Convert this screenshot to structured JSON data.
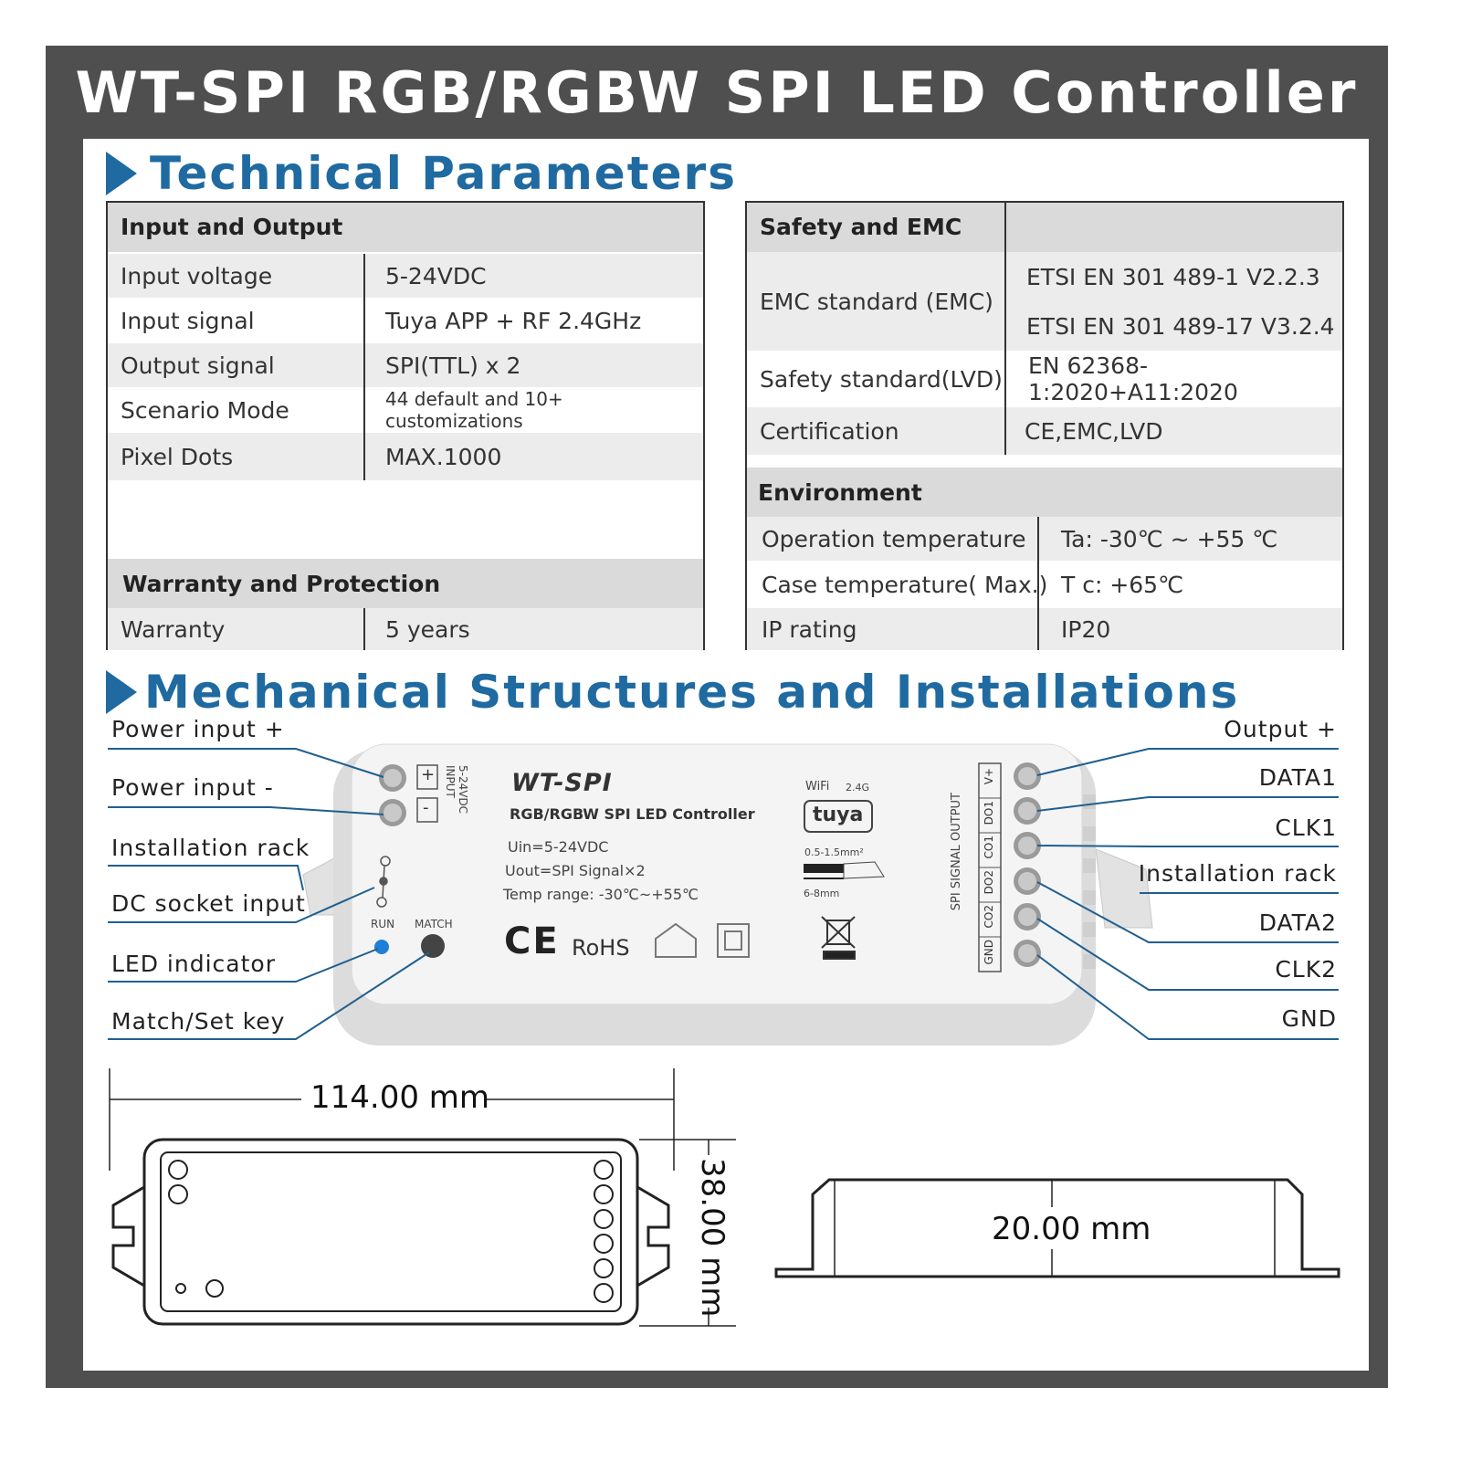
{
  "title": "WT-SPI RGB/RGBW SPI LED Controller",
  "technical": {
    "heading": "Technical Parameters",
    "input_output": {
      "header": "Input and Output",
      "rows": [
        {
          "label": "Input voltage",
          "value": "5-24VDC"
        },
        {
          "label": "Input signal",
          "value": "Tuya APP + RF 2.4GHz"
        },
        {
          "label": "Output signal",
          "value": "SPI(TTL) x 2"
        },
        {
          "label": "Scenario Mode",
          "value": "44 default and 10+ customizations"
        },
        {
          "label": "Pixel Dots",
          "value": "MAX.1000"
        }
      ]
    },
    "warranty": {
      "header": "Warranty and Protection",
      "rows": [
        {
          "label": "Warranty",
          "value": "5 years"
        }
      ]
    },
    "safety": {
      "header": "Safety and EMC",
      "emc_label": "EMC standard (EMC)",
      "emc_values": [
        "ETSI EN 301 489-1 V2.2.3",
        "ETSI EN 301 489-17 V3.2.4"
      ],
      "lvd_label": "Safety standard(LVD)",
      "lvd_value": "EN 62368-1:2020+A11:2020",
      "cert_label": "Certification",
      "cert_value": "CE,EMC,LVD"
    },
    "environment": {
      "header": "Environment",
      "rows": [
        {
          "label": "Operation temperature",
          "value": "Ta: -30℃ ~ +55 ℃"
        },
        {
          "label": "Case temperature( Max.)",
          "value": "T c:  +65℃"
        },
        {
          "label": "IP rating",
          "value": "IP20"
        }
      ]
    }
  },
  "mechanical": {
    "heading": "Mechanical Structures and Installations",
    "left_callouts": [
      "Power input +",
      "Power input -",
      "Installation rack",
      "DC socket input",
      "LED indicator",
      "Match/Set key"
    ],
    "right_callouts": [
      "Output +",
      "DATA1",
      "CLK1",
      "Installation rack",
      "DATA2",
      "CLK2",
      "GND"
    ],
    "device": {
      "model": "WT-SPI",
      "subtitle": "RGB/RGBW SPI LED Controller",
      "spec1": "Uin=5-24VDC",
      "spec2": "Uout=SPI Signal×2",
      "spec3": "Temp range: -30℃~+55℃",
      "input_label": "INPUT",
      "input_voltage": "5-24VDC",
      "plus": "+",
      "minus": "-",
      "run": "RUN",
      "match": "MATCH",
      "wifi": "WiFi",
      "band": "2.4G",
      "tuya": "tuya",
      "wire_gauge": "0.5-1.5mm²",
      "strip_len": "6-8mm",
      "ce": "CE",
      "rohs": "RoHS",
      "spi_output_label": "SPI SIGNAL OUTPUT",
      "terminals": [
        "V+",
        "DO1",
        "CO1",
        "DO2",
        "CO2",
        "GND"
      ]
    },
    "dims": {
      "length": "114.00 mm",
      "width": "38.00 mm",
      "height": "20.00 mm"
    }
  },
  "colors": {
    "frame": "#4f4f4f",
    "accent": "#1f6aa0",
    "header_bg": "#dadada",
    "row_bg": "#ececec"
  }
}
